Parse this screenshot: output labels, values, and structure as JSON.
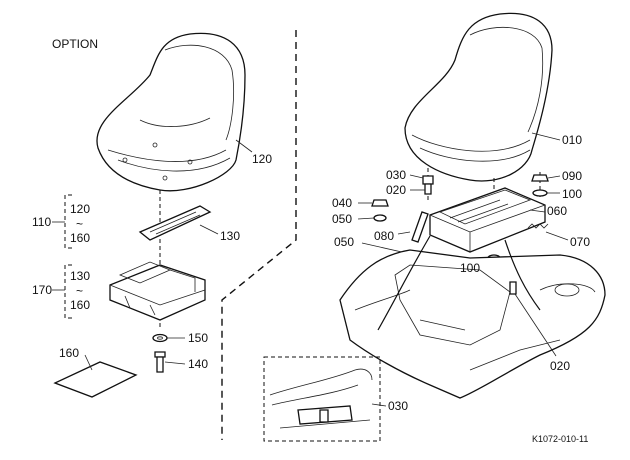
{
  "option_label": "OPTION",
  "parts": {
    "p120": "120",
    "p130": "130",
    "p110": "110",
    "p110_from": "120",
    "p110_to": "160",
    "p170": "170",
    "p170_from": "130",
    "p170_to": "160",
    "p150": "150",
    "p140": "140",
    "p160": "160",
    "p010": "010",
    "p030a": "030",
    "p020a": "020",
    "p090": "090",
    "p100a": "100",
    "p040": "040",
    "p050a": "050",
    "p060": "060",
    "p080": "080",
    "p050b": "050",
    "p100b": "100",
    "p070": "070",
    "p020b": "020",
    "p030b": "030"
  },
  "tilde": "~",
  "drawing_code": "K1072-010-11"
}
